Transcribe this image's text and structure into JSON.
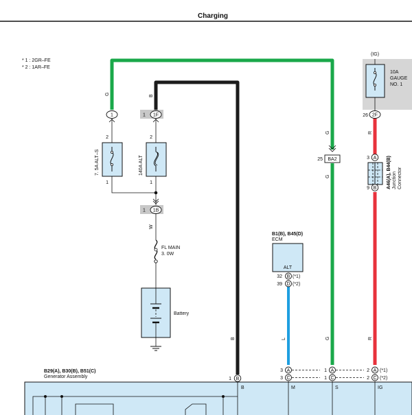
{
  "header": {
    "title": "Charging"
  },
  "notes": [
    "* 1 : 2GR–FE",
    "* 2 : 1AR–FE"
  ],
  "colors": {
    "wire_green": "#1aa84a",
    "wire_black": "#1c1c1c",
    "wire_red": "#e8323c",
    "wire_blue": "#1f9fe0",
    "box_fill": "#cfe8f6",
    "connector_gray": "#c8c8c8"
  },
  "wires": {
    "g_top": "G",
    "b_top": "B",
    "w": "W",
    "g_mid": "G",
    "g_low": "G",
    "g_bottom": "G",
    "r_top": "R",
    "r_bottom": "R",
    "l": "L",
    "b_bottom": "B"
  },
  "fuses": {
    "alt_s": {
      "label": "7. 5A ALT–S",
      "pin_top": "2",
      "pin_bottom": "1"
    },
    "alt": {
      "label": "140A ALT",
      "pin_top": "2",
      "pin_bottom": "1"
    },
    "gauge": {
      "label1": "10A",
      "label2": "GAUGE",
      "label3": "NO. 1"
    },
    "fl_main": {
      "label1": "FL MAIN",
      "label2": "3. 0W"
    }
  },
  "ig_label": "(IG)",
  "connectors": {
    "c1": "1",
    "c1f_pin": "1F",
    "c1f_num": "1",
    "c1b_pin": "1B",
    "c1b_num": "1",
    "ba2_num": "25",
    "ba2": "BA2",
    "c2f_num": "26",
    "c2f_pin": "2F"
  },
  "junction": {
    "ref1": "A46(A), B44(B)",
    "ref2": "Junction",
    "ref3": "Connector",
    "top_num": "3",
    "top_pin": "A",
    "bottom_num": "9",
    "bottom_pin": "B"
  },
  "battery": {
    "label": "Battery"
  },
  "ecm": {
    "ref": "B1(B), B45(D)",
    "name": "ECM",
    "inner": "ALT",
    "pin1_num": "32",
    "pin1": "B",
    "pin1_sig": "(*1)",
    "pin2_num": "39",
    "pin2": "D",
    "pin2_sig": "(*2)"
  },
  "generator": {
    "ref": "B29(A), B30(B), B51(C)",
    "name": "Generator Assembly",
    "b_num": "1",
    "b_pin": "B",
    "b_term": "B",
    "m_top_num": "3",
    "m_top_pin": "A",
    "m_bot_num": "3",
    "m_bot_pin": "C",
    "m_term": "M",
    "s_dash_top": "1",
    "s_dash_bot": "1",
    "s_top_pin": "A",
    "s_bot_pin": "C",
    "s_term": "S",
    "ig_dash_top": "2",
    "ig_dash_bot": "2",
    "ig_top_pin": "A",
    "ig_bot_pin": "C",
    "ig_top_sig": "(*1)",
    "ig_bot_sig": "(*2)",
    "ig_term": "IG"
  }
}
